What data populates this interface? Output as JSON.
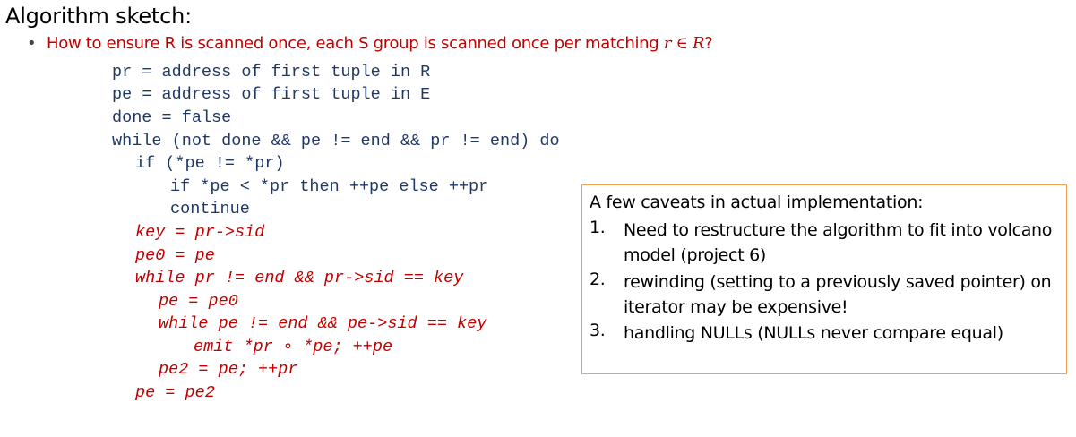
{
  "title": "Algorithm sketch:",
  "bullet": {
    "marker": "•",
    "text": "How to ensure R is scanned once, each S group is scanned once per matching ",
    "math": "r ∈ R",
    "suffix": "?"
  },
  "code_lines": [
    {
      "text": "pr = address of first tuple in R",
      "style": "blue"
    },
    {
      "text": "pe = address of first tuple in E",
      "style": "blue"
    },
    {
      "text": "done = false",
      "style": "blue"
    },
    {
      "text": "while (not done && pe != end && pr != end) do",
      "style": "blue"
    },
    {
      "text": "if (*pe != *pr)",
      "style": "blue"
    },
    {
      "text": "if *pe < *pr then ++pe else ++pr",
      "style": "blue"
    },
    {
      "text": "continue",
      "style": "blue"
    },
    {
      "text": "key = pr->sid",
      "style": "red"
    },
    {
      "text": "pe0 = pe",
      "style": "red"
    },
    {
      "text": "while pr != end && pr->sid == key",
      "style": "red"
    },
    {
      "text": "pe = pe0",
      "style": "red"
    },
    {
      "text": "while pe != end && pe->sid == key",
      "style": "red"
    },
    {
      "text": "emit *pr ∘ *pe; ++pe",
      "style": "red"
    },
    {
      "text": "pe2 = pe; ++pr",
      "style": "red"
    },
    {
      "text": "pe = pe2",
      "style": "red"
    }
  ],
  "caveats": {
    "heading": "A few caveats in actual implementation:",
    "items": [
      {
        "num": "1.",
        "text": "Need to restructure the algorithm to fit into volcano model (project 6)"
      },
      {
        "num": "2.",
        "text": "rewinding (setting to a previously saved pointer) on iterator may be expensive!"
      },
      {
        "num": "3.",
        "text": "handling NULLs (NULLs never compare equal)"
      }
    ]
  },
  "colors": {
    "code_blue": "#1f3864",
    "code_red": "#c00000",
    "bullet_red": "#c00000",
    "box_border": "#f0a050"
  }
}
